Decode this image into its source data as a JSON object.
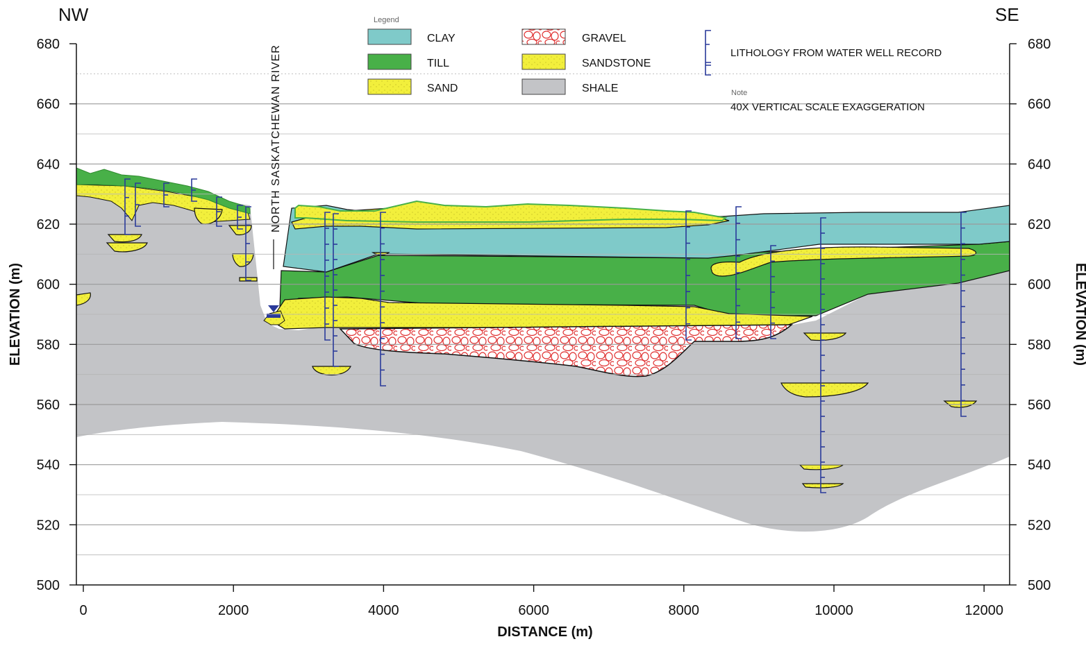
{
  "corners": {
    "left": "NW",
    "right": "SE"
  },
  "axes": {
    "ylabel": "ELEVATION (m)",
    "xlabel": "DISTANCE (m)",
    "y_ticks": [
      "680",
      "660",
      "640",
      "620",
      "600",
      "580",
      "560",
      "540",
      "520",
      "500"
    ],
    "x_ticks": [
      "0",
      "2000",
      "4000",
      "6000",
      "8000",
      "10000",
      "12000"
    ]
  },
  "legend": {
    "title": "Legend",
    "items": [
      {
        "label": "CLAY",
        "color": "#7fcac9"
      },
      {
        "label": "TILL",
        "color": "#48b048"
      },
      {
        "label": "SAND",
        "color": "#f2ef3c"
      },
      {
        "label": "GRAVEL",
        "color": "#e03030"
      },
      {
        "label": "SANDSTONE",
        "color": "#f2ef3c"
      },
      {
        "label": "SHALE",
        "color": "#c3c4c7"
      }
    ],
    "well_record": "LITHOLOGY FROM WATER WELL RECORD",
    "note_title": "Note",
    "note_text": "40X VERTICAL SCALE EXAGGERATION"
  },
  "river_label": "NORTH   SASKATCHEWAN   RIVER",
  "chart_data": {
    "type": "diagram",
    "x_range": [
      0,
      12300
    ],
    "y_range": [
      500,
      680
    ],
    "x_unit": "m",
    "y_unit": "m",
    "vertical_exaggeration": "40X",
    "units": [
      "CLAY",
      "TILL",
      "SAND",
      "GRAVEL",
      "SANDSTONE",
      "SHALE"
    ]
  }
}
